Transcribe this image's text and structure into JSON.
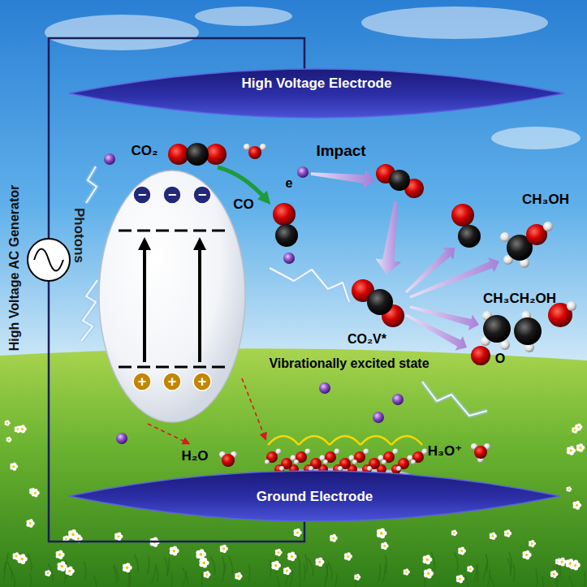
{
  "diagram": {
    "nodes": [
      {
        "text": [
          "High Voltage Electrode"
        ]
      },
      {
        "text": [
          "Ground Electrode"
        ]
      },
      {
        "text": [
          "High Voltage AC Generator"
        ]
      }
    ],
    "edges": [
      {
        "from": 2,
        "to": 0,
        "arrow": "none"
      },
      {
        "from": 2,
        "to": 1,
        "arrow": "none"
      }
    ],
    "labels": [
      "CO₂",
      "CO",
      "e",
      "Impact",
      "CH₃OH",
      "CH₃CH₂OH",
      "CO₂V*",
      "Vibrationally excited state",
      "O",
      "H₂O",
      "H₃O⁺",
      "Photons",
      "−",
      "−",
      "−",
      "+",
      "+",
      "+"
    ]
  }
}
